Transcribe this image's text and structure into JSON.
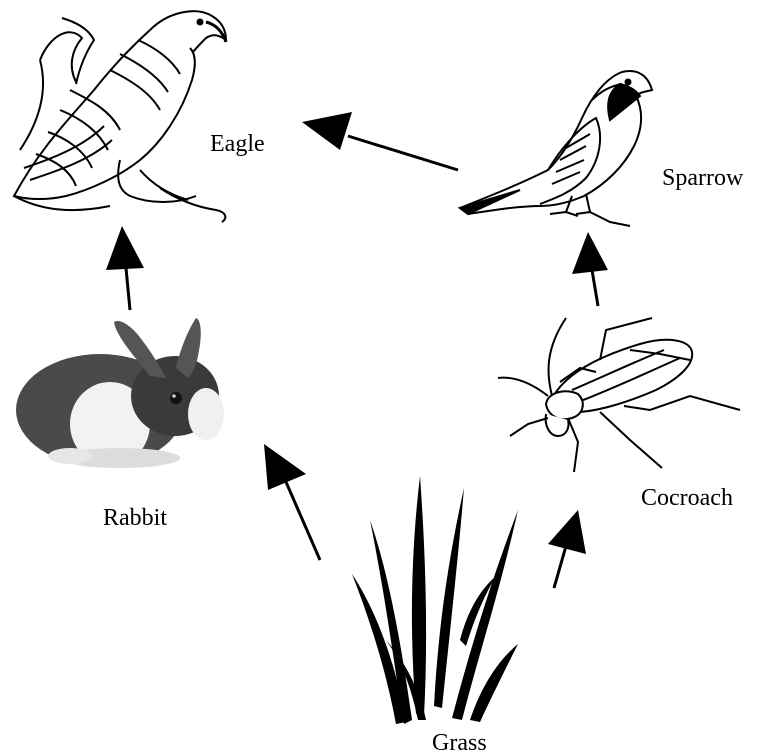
{
  "organisms": {
    "eagle": "Eagle",
    "sparrow": "Sparrow",
    "rabbit": "Rabbit",
    "cockroach": "Cocroach",
    "grass": "Grass"
  },
  "arrows": [
    {
      "from": "grass",
      "to": "rabbit"
    },
    {
      "from": "grass",
      "to": "cockroach"
    },
    {
      "from": "rabbit",
      "to": "eagle"
    },
    {
      "from": "cockroach",
      "to": "sparrow"
    },
    {
      "from": "sparrow",
      "to": "eagle"
    }
  ],
  "colors": {
    "ink": "#000000",
    "background": "#ffffff"
  }
}
